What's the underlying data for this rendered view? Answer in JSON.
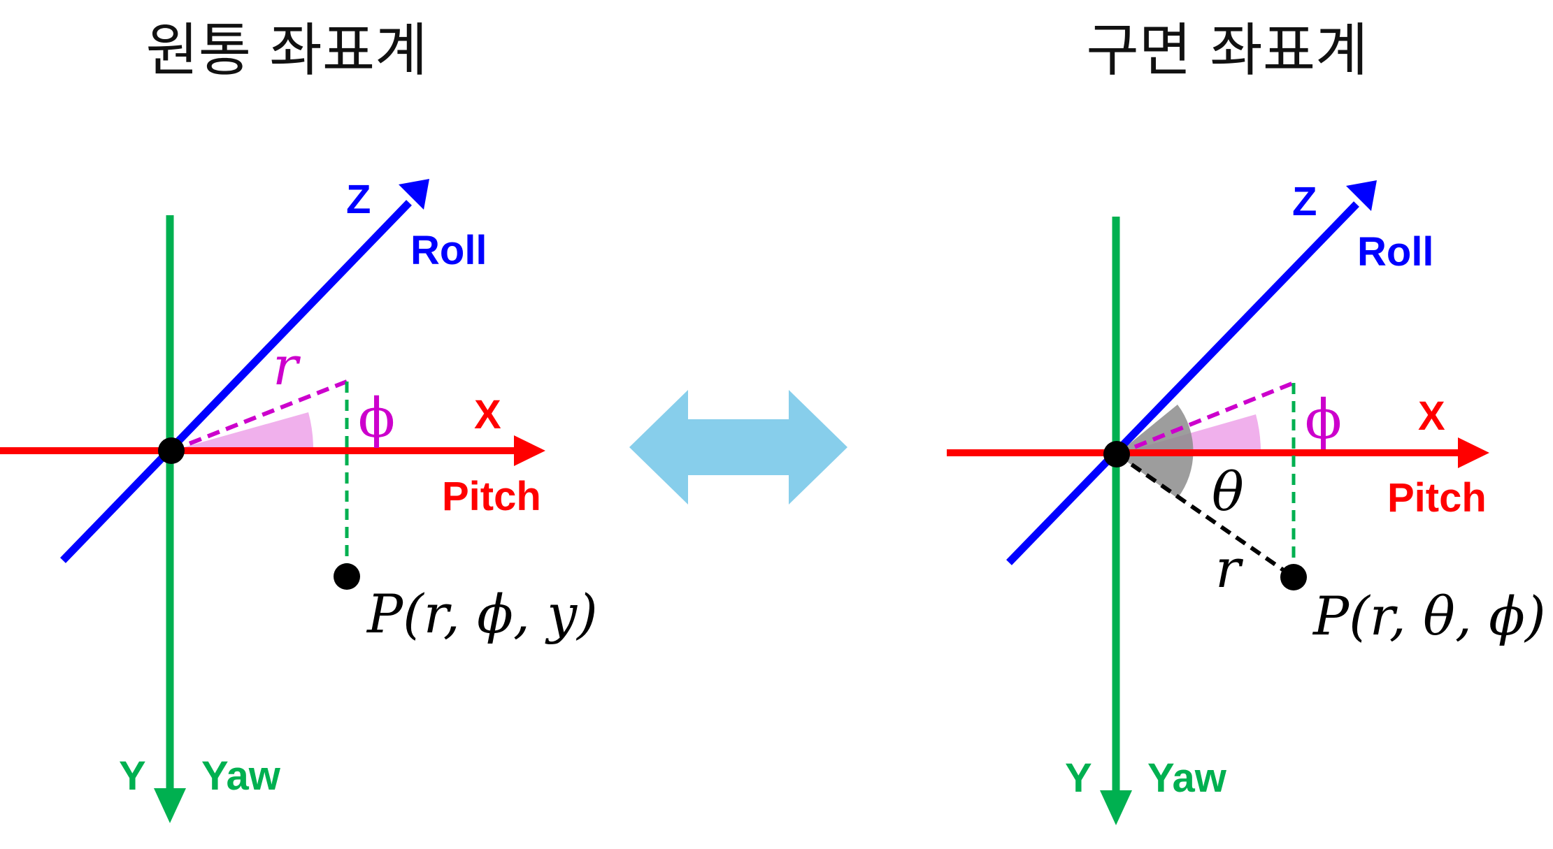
{
  "left": {
    "title": "원통 좌표계",
    "z_label": "Z",
    "roll_label": "Roll",
    "x_label": "X",
    "pitch_label": "Pitch",
    "y_label": "Y",
    "yaw_label": "Yaw",
    "r_label": "r",
    "phi_label": "ϕ",
    "point_label": "P(r, ϕ, y)"
  },
  "right": {
    "title": "구면 좌표계",
    "z_label": "Z",
    "roll_label": "Roll",
    "x_label": "X",
    "pitch_label": "Pitch",
    "y_label": "Y",
    "yaw_label": "Yaw",
    "r_label": "r",
    "theta_label": "θ",
    "phi_label": "ϕ",
    "point_label": "P(r, θ, ϕ)"
  },
  "colors": {
    "x_axis": "#ff0000",
    "y_axis": "#00b050",
    "z_axis": "#0000ff",
    "phi": "#cc00cc",
    "phi_fill": "#f0b0ec",
    "theta_fill": "#8c8c8c",
    "arrow": "#87ceeb"
  }
}
